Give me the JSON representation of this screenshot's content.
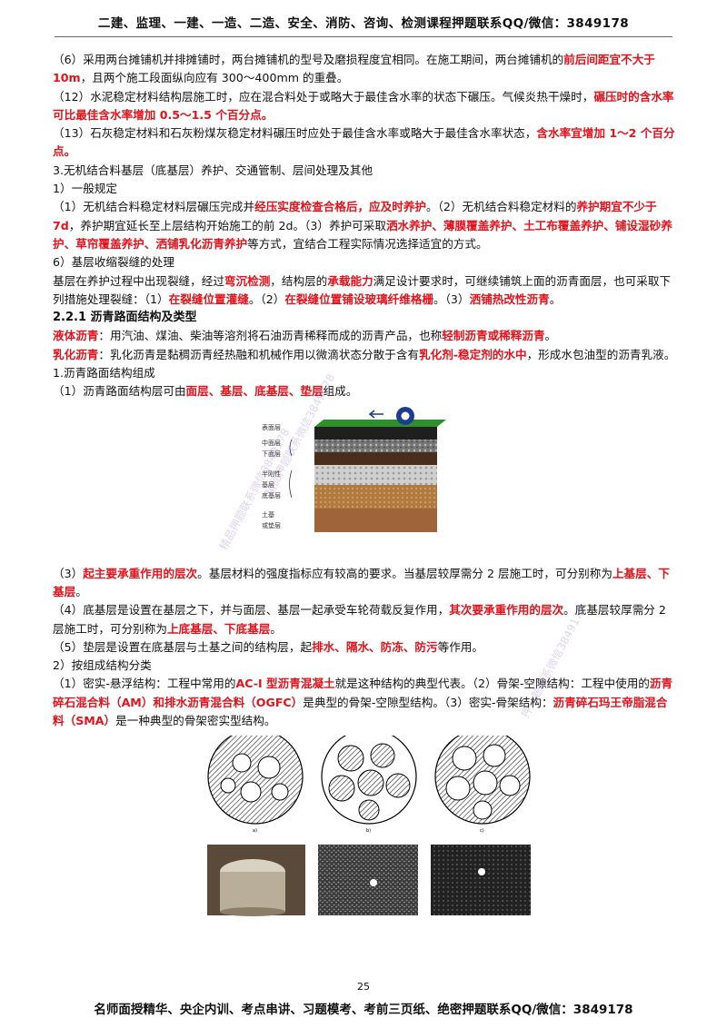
{
  "header": "二建、监理、一建、一造、二造、安全、消防、咨询、检测课程押题联系QQ/微信：3849178",
  "footer": "名师面授精华、央企内训、考点串讲、习题模考、考前三页纸、绝密押题联系QQ/微信：3849178",
  "page_number": "25",
  "watermarks": [
    "精品押题联系微信3849178",
    "精品押题联系微信3849178",
    "押一题联系微信3849178"
  ],
  "p1": {
    "a": "（6）采用两台摊铺机并排摊铺时，两台摊铺机的型号及磨损程度宜相同。在施工期间，两台摊铺机的",
    "r1": "前后间距宜不大于 10m",
    "b": "，且两个施工段面纵向应有 300～400mm 的重叠。"
  },
  "p2": {
    "a": "（12）水泥稳定材料结构层施工时，应在混合料处于或略大于最佳含水率的状态下碾压。气候炎热干燥时，",
    "r1": "碾压时的含水率可比最佳含水率增加 0.5～1.5 个百分点。"
  },
  "p3": {
    "a": "（13）石灰稳定材料和石灰粉煤灰稳定材料碾压时应处于最佳含水率或略大于最佳含水率状态，",
    "r1": "含水率宜增加 1～2 个百分点。"
  },
  "p4": "3.无机结合料基层（底基层）养护、交通管制、层间处理及其他",
  "p5": "1）一般规定",
  "p6": {
    "a": "（1）无机结合料稳定材料层碾压完成并",
    "r1": "经压实度检查合格后，应及时养护",
    "b": "。（2）无机结合料稳定材料的",
    "r2": "养护期宜不少于 7d",
    "c": "，养护期宜延长至上层结构开始施工的前 2d。（3）养护可采取",
    "r3": "洒水养护、薄膜覆盖养护、土工布覆盖养护、铺设湿砂养护、草帘覆盖养护、洒铺乳化沥青养护",
    "d": "等方式，宜结合工程实际情况选择适宜的方式。"
  },
  "p7": "6）基层收缩裂缝的处理",
  "p8": {
    "a": "基层在养护过程中出现裂缝，经过",
    "r1": "弯沉检测",
    "b": "，结构层的",
    "r2": "承载能力",
    "c": "满足设计要求时，可继续铺筑上面的沥青面层，也可采取下列措施处理裂缝：（1）",
    "r3": "在裂缝位置灌缝",
    "d": "。（2）",
    "r4": "在裂缝位置铺设玻璃纤维格栅",
    "e": "。（3）",
    "r5": "洒铺热改性沥青",
    "f": "。"
  },
  "p9": "2.2.1 沥青路面结构及类型",
  "p10": {
    "r1": "液体沥青",
    "a": "：用汽油、煤油、柴油等溶剂将石油沥青稀释而成的沥青产品，也称",
    "r2": "轻制沥青或稀释沥青",
    "b": "。"
  },
  "p11": {
    "r1": "乳化沥青",
    "a": "：乳化沥青是黏稠沥青经热融和机械作用以微滴状态分散于含有",
    "r2": "乳化剂-稳定剂的水中",
    "b": "，形成水包油型的沥青乳液。"
  },
  "p12": "1.沥青路面结构组成",
  "p13": {
    "a": "（1）沥青路面结构层可由",
    "r1": "面层、基层、底基层、垫层",
    "b": "组成。"
  },
  "fig1_labels": [
    "表面层",
    "中面层",
    "下面层",
    "半刚性",
    "基层",
    "底基层",
    "土基",
    "或垫层"
  ],
  "p14": {
    "a": "（3）",
    "r1": "起主要承重作用的层次",
    "b": "。基层材料的强度指标应有较高的要求。当基层较厚需分 2 层施工时，可分别称为",
    "r2": "上基层、下基层",
    "c": "。"
  },
  "p15": {
    "a": "（4）底基层是设置在基层之下，并与面层、基层一起承受车轮荷载反复作用，",
    "r1": "其次要承重作用的层次",
    "b": "。底基层较厚需分 2 层施工时，可分别称为",
    "r2": "上底基层、下底基层",
    "c": "。"
  },
  "p16": {
    "a": "（5）垫层是设置在底基层与土基之间的结构层，起",
    "r1": "排水、隔水、防冻、防污",
    "b": "等作用。"
  },
  "p17": "2）按组成结构分类",
  "p18": {
    "a": "（1）密实-悬浮结构：工程中常用的",
    "r1": "AC-I 型沥青混凝土",
    "b": "就是这种结构的典型代表。（2）骨架-空隙结构：工程中使用的",
    "r2": "沥青碎石混合料（AM）和排水沥青混合料（OGFC）",
    "c": "是典型的骨架-空隙型结构。（3）密实-骨架结构：",
    "r3": "沥青碎石玛王帝脂混合料（SMA）",
    "d": "是一种典型的骨架密实型结构。"
  },
  "fig2_labels": [
    "a)",
    "b)",
    "c)"
  ]
}
